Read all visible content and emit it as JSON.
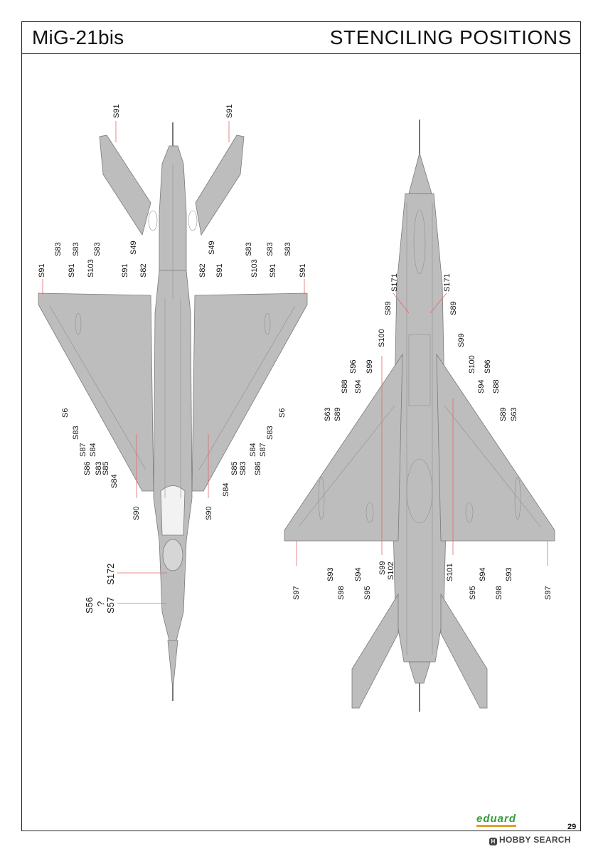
{
  "header": {
    "model": "MiG-21bis",
    "section": "STENCILING POSITIONS"
  },
  "colors": {
    "airframe": "#bdbdbd",
    "panel_lines": "#8f8f8f",
    "leader_lines": "#e06a6a",
    "brand_green": "#3a9a3a",
    "brand_orange": "#e1a12a"
  },
  "top_view": {
    "labels": [
      "S91",
      "S91",
      "S83",
      "S83",
      "S83",
      "S49",
      "S83",
      "S83",
      "S83",
      "S49",
      "S91",
      "S91",
      "S103",
      "S91",
      "S82",
      "S82",
      "S91",
      "S103",
      "S91",
      "S91",
      "S6",
      "S83",
      "S87",
      "S84",
      "S86",
      "S83",
      "S85",
      "S84",
      "S90",
      "S90",
      "S84",
      "S85",
      "S83",
      "S86",
      "S84",
      "S87",
      "S83",
      "S6",
      "S172",
      "S56",
      "?",
      "S57"
    ]
  },
  "bottom_view": {
    "labels": [
      "S171",
      "S171",
      "S89",
      "S89",
      "S100",
      "S99",
      "S96",
      "S99",
      "S100",
      "S96",
      "S88",
      "S94",
      "S94",
      "S88",
      "S63",
      "S89",
      "S89",
      "S63",
      "S97",
      "S93",
      "S98",
      "S94",
      "S95",
      "S99",
      "S102",
      "S101",
      "S95",
      "S94",
      "S98",
      "S93",
      "S97"
    ]
  },
  "footer": {
    "brand": "eduard",
    "page_number": "29",
    "watermark": "HOBBY SEARCH"
  }
}
